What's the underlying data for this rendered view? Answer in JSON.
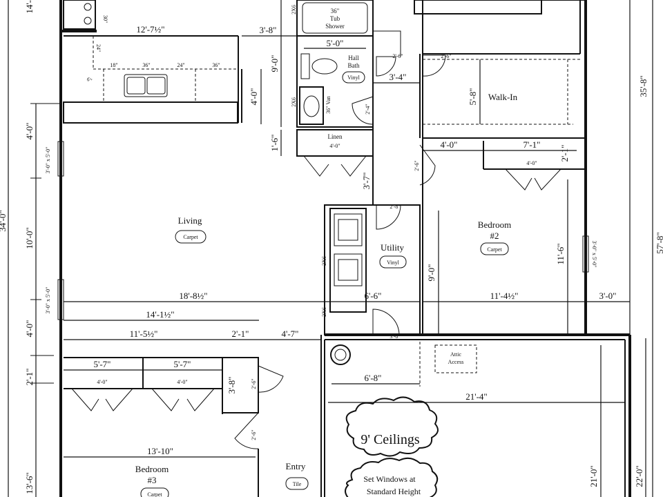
{
  "rooms": {
    "living": "Living",
    "living_floor": "Carpet",
    "bedroom2": "Bedroom",
    "bedroom2_num": "#2",
    "bedroom2_floor": "Carpet",
    "bedroom3": "Bedroom",
    "bedroom3_num": "#3",
    "bedroom3_floor": "Carpet",
    "utility": "Utility",
    "utility_floor": "Vinyl",
    "hall_bath": "Hall",
    "hall_bath2": "Bath",
    "hall_bath_floor": "Vinyl",
    "walk_in": "Walk-In",
    "linen": "Linen",
    "linen_dim": "4'-0\"",
    "entry": "Entry",
    "entry_floor": "Tile",
    "attic": "Attic",
    "attic2": "Access",
    "tub_size": "36\"",
    "tub": "Tub",
    "shower": "Shower",
    "van": "36\" Van"
  },
  "notes": {
    "ceilings": "9' Ceilings",
    "windows_line1": "Set Windows at",
    "windows_line2": "Standard Height"
  },
  "dimensions": {
    "kitchen_width": "12'-7½\"",
    "d_3_8": "3'-8\"",
    "bath_5_0": "5'-0\"",
    "d_3_4": "3'-4\"",
    "d_9_0_bath": "9'-0\"",
    "d_4_0_bar": "4'-0\"",
    "d_1_6": "1'-6\"",
    "d_5_8": "5'-8\"",
    "d_4_0_closet": "4'-0\"",
    "d_7_1": "7'-1\"",
    "d_2_1_closet": "2'-1\"",
    "d_3_7": "3'-7\"",
    "d_18_8": "18'-8½\"",
    "d_6_6": "6'-6\"",
    "d_11_4": "11'-4½\"",
    "d_3_0": "3'-0\"",
    "d_14_1": "14'-1½\"",
    "d_11_5": "11'-5½\"",
    "d_2_1": "2'-1\"",
    "d_4_7": "4'-7\"",
    "d_5_7a": "5'-7\"",
    "d_5_7b": "5'-7\"",
    "d_6_8": "6'-8\"",
    "d_21_4": "21'-4\"",
    "d_13_10": "13'-10\"",
    "d_3_8_closet": "3'-8\"",
    "d_9_0_bed2": "9'-0\"",
    "d_11_6": "11'-6\"",
    "d_35_8": "35'-8\"",
    "d_57_8": "57'-8\"",
    "d_34_0": "34'-0\"",
    "d_14_left": "14'-",
    "d_4_0_left": "4'-0\"",
    "d_10_0_left": "10'-0\"",
    "d_4_0_left2": "4'-0\"",
    "d_2_1_left": "2'-1\"",
    "d_13_6_left": "13'-6\"",
    "d_21_0": "21'-0\"",
    "d_22_0": "22'-0\""
  },
  "small_labels": {
    "s30": "30\"",
    "s24": "24\"",
    "s18": "18\"",
    "s36a": "36\"",
    "s24b": "24\"",
    "s36b": "36\"",
    "s6": "6\"",
    "door26a": "2'-6\"",
    "door26b": "2'-6\"",
    "door24": "2'-4\"",
    "door26c": "2'-6\"",
    "door28": "2'-8\"",
    "door30": "3'-0\"",
    "door26d": "2'-6\"",
    "door26e": "2'-6\"",
    "c40a": "4'-0\"",
    "c40b": "4'-0\"",
    "c40c": "4'-0\"",
    "c26v": "2'-6\"",
    "twox6a": "2X6",
    "twox6b": "2X6",
    "twox6c": "2X6",
    "twox6d": "2X6",
    "win_a": "3'-0\" x 5'-0\"",
    "win_b": "3'-0\" x 5'-0\"",
    "win_c": "3'-0\" x 5'-0\""
  }
}
